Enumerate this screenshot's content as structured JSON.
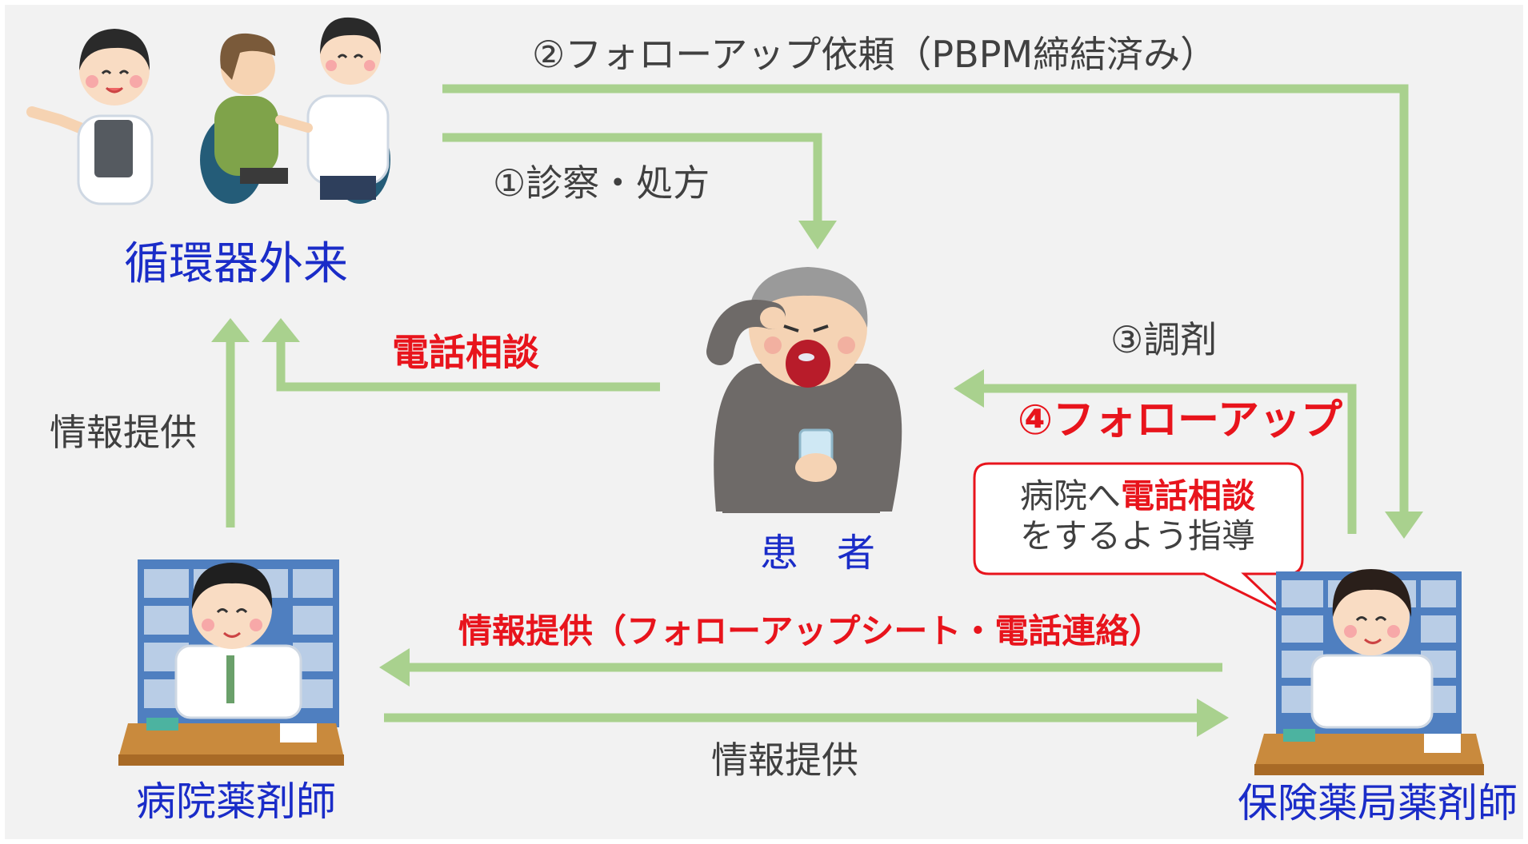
{
  "nodes": {
    "outpatient": "循環器外来",
    "patient": "患　者",
    "hospital_pharmacist": "病院薬剤師",
    "community_pharmacist": "保険薬局薬剤師"
  },
  "arrows": {
    "step1": "①診察・処方",
    "step2": "②フォローアップ依頼（PBPM締結済み）",
    "step3": "③調剤",
    "step4": "④フォローアップ",
    "phone_consult": "電話相談",
    "info_left": "情報提供",
    "info_red": "情報提供（フォローアップシート・電話連絡）",
    "info_bottom": "情報提供"
  },
  "bubble": {
    "line1_prefix": "病院へ",
    "line1_highlight": "電話相談",
    "line2": "をするよう指導"
  },
  "colors": {
    "arrow": "#a9d18e",
    "node_label": "#1a2cc8",
    "highlight": "#e8141c",
    "panel": "#f2f2f2"
  },
  "icons": [
    "nurse-icon",
    "doctor-with-patient-icon",
    "sick-patient-icon",
    "hospital-pharmacist-icon",
    "community-pharmacist-icon"
  ]
}
